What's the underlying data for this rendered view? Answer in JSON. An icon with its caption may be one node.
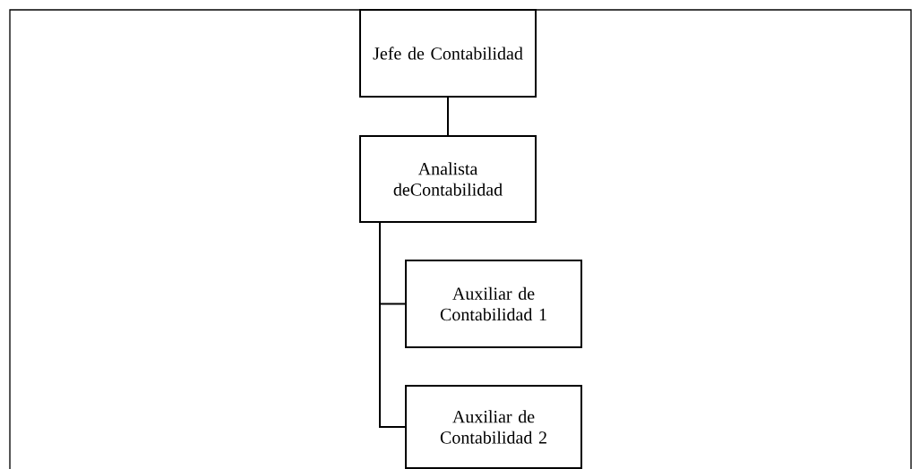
{
  "diagram": {
    "nodes": [
      {
        "text": [
          "Jefe de Contabilidad"
        ]
      },
      {
        "text": [
          "Analista deContabilidad"
        ]
      },
      {
        "text": [
          "Auxiliar de Contabilidad 1"
        ]
      },
      {
        "text": [
          "Auxiliar de Contabilidad 2"
        ]
      }
    ],
    "edges": [
      {
        "from": 0,
        "to": 1,
        "arrow": "none"
      },
      {
        "from": 1,
        "to": 2,
        "arrow": "none"
      },
      {
        "from": 1,
        "to": 3,
        "arrow": "none"
      }
    ]
  }
}
